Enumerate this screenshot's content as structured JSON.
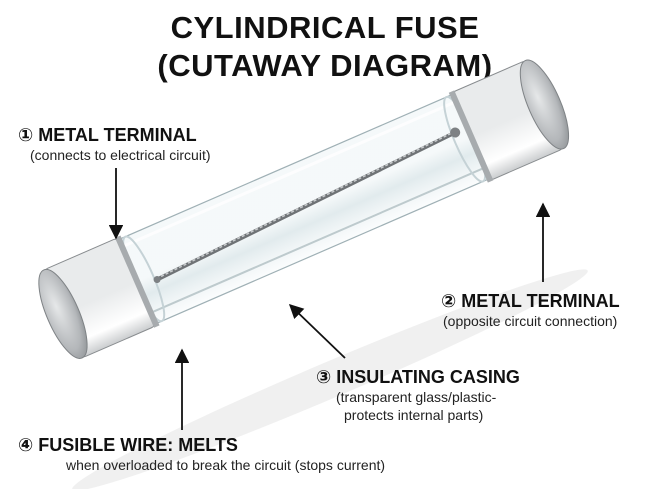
{
  "title": {
    "line1": "CYLINDRICAL FUSE",
    "line2": "(CUTAWAY DIAGRAM)"
  },
  "labels": [
    {
      "heading": "① METAL TERMINAL",
      "desc": [
        "(connects to electrical circuit)"
      ]
    },
    {
      "heading": "② METAL TERMINAL",
      "desc": [
        "(opposite circuit connection)"
      ]
    },
    {
      "heading": "③ INSULATING CASING",
      "desc": [
        "(transparent glass/plastic-",
        "protects internal parts)"
      ]
    },
    {
      "heading": "④ FUSIBLE WIRE: MELTS",
      "desc": [
        "when overloaded to break the circuit (stops current)"
      ]
    }
  ],
  "colors": {
    "metal": "#b9bcbf",
    "glass": "#dfe9ec",
    "wire": "#8a8d90",
    "arrow": "#111111"
  }
}
